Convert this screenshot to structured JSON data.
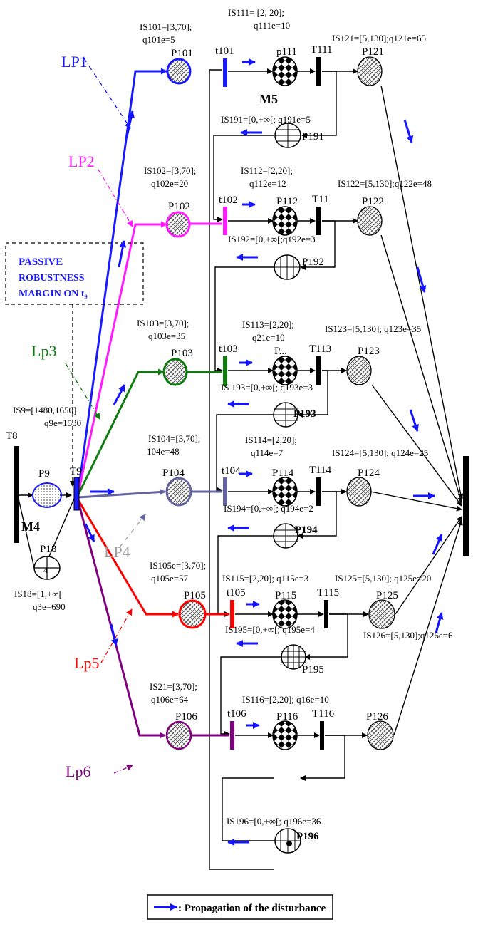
{
  "legend": {
    "text": ": Propagation of  the disturbance"
  },
  "passive_box": {
    "line1": "PASSIVE",
    "line2": "ROBUSTNESS",
    "line3": "MARGIN ON t₉"
  },
  "colors": {
    "lp1": "#1a1aff",
    "lp2": "#ff1aff",
    "lp3": "#107c10",
    "lp4": "#6464a0",
    "lp5": "#ff0000",
    "lp6": "#800080",
    "arrow": "#1414ff"
  },
  "path_labels": {
    "lp1": "LP1",
    "lp2": "LP2",
    "lp3": "Lp3",
    "lp4": "LP4",
    "lp5": "Lp5",
    "lp6": "Lp6"
  },
  "machine_labels": {
    "m4": "M4",
    "m5": "M5"
  },
  "places": {
    "p9": "P9",
    "p18": "P18",
    "p18_inner": "4",
    "p101": "P101",
    "p102": "P102",
    "p103": "P103",
    "p104": "P104",
    "p105": "P105",
    "p106": "P106",
    "p111": "p111",
    "p112": "P112",
    "p113": "P...",
    "p114": "P114",
    "p115": "P115",
    "p116": "P116",
    "p121": "P121",
    "p122": "P122",
    "p123": "P123",
    "p124": "P124",
    "p125": "P125",
    "p126": "P126",
    "p191": "P191",
    "p192": "P192",
    "p193": "P193",
    "p194": "P194",
    "p195": "P195",
    "p196": "P196"
  },
  "transitions": {
    "t8": "T8",
    "t9": "T9",
    "t101": "t101",
    "t102": "t102",
    "t103": "t103",
    "t104": "t104",
    "t105": "t105",
    "t106": "t106",
    "t111": "T111",
    "t112": "T11",
    "t113": "T113",
    "t114": "T114",
    "t115": "T115",
    "t116": "T116"
  },
  "intervals": {
    "is9": "IS9=[1480,1650]",
    "q9": "q9e=1530",
    "is18": "IS18=[1,+∞[",
    "q18": "q3e=690",
    "is101": "IS101=[3,70];",
    "q101": "q101e=5",
    "is102": "IS102=[3,70];",
    "q102": "q102e=20",
    "is103": "IS103=[3,70];",
    "q103": "q103e=35",
    "is104": "IS104=[3,70];",
    "q104": "104e=48",
    "is105": "IS105e=[3,70];",
    "q105": "q105e=57",
    "is21": "IS21=[3,70];",
    "q106": "q106e=64",
    "is111": "IS111= [2, 20];",
    "q111": "q111e=10",
    "is112": "IS112=[2,20];",
    "q112": "q112e=12",
    "is113": "IS113=[2,20];",
    "q113": "q21e=10",
    "is114": "IS114=[2,20];",
    "q114": "q114e=7",
    "is115": "IS115=[2,20]; q115e=3",
    "is116": "IS116=[2,20]; q16e=10",
    "is121": "IS121=[5,130];q121e=65",
    "is122": "IS122=[5,130];q122e=48",
    "is123": "IS123=[5,130]; q123e=35",
    "is124": "IS124=[5,130]; q124e=25",
    "is125": "IS125=[5,130]; q125e=20",
    "is126": "IS126=[5,130];q126e=6",
    "is191": "IS191=[0,+∞[; q191e=5",
    "is192": "IS192=[0,+∞[;q192e=3",
    "is193": "IS 193=[0,+∞[; q193e=3",
    "is194": "IS194=[0,+∞[; q194e=2",
    "is195": "IS195=[0,+∞[; q195e=4",
    "is196": "IS196=[0,+∞[; q196e=36"
  }
}
